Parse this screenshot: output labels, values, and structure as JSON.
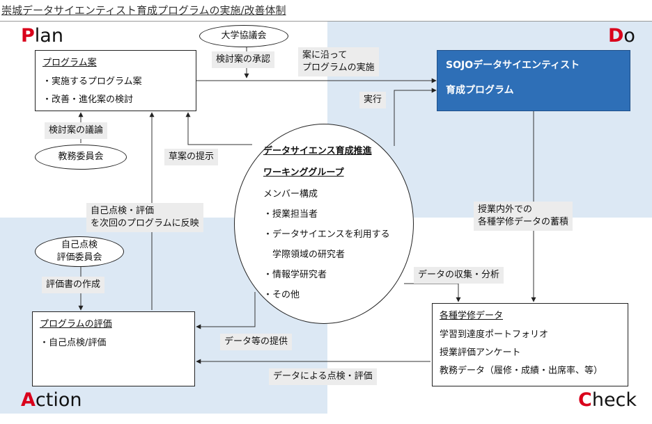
{
  "title": "崇城データサイエンティスト育成プログラムの実施/改善体制",
  "quadrants": {
    "plan": {
      "first": "P",
      "rest": "lan"
    },
    "do": {
      "first": "D",
      "rest": "o"
    },
    "action": {
      "first": "A",
      "rest": "ction"
    },
    "check": {
      "first": "C",
      "rest": "heck"
    }
  },
  "plan_box": {
    "title": "プログラム案",
    "items": [
      "・実施するプログラム案",
      "・改善・進化案の検討"
    ]
  },
  "do_box": {
    "line1": "SOJOデータサイエンティスト",
    "line2": "育成プログラム"
  },
  "action_box": {
    "title": "プログラムの評価",
    "items": [
      "・自己点検/評価"
    ]
  },
  "check_box": {
    "title": "各種学修データ",
    "items": [
      "学習到達度ポートフォリオ",
      "授業評価アンケート",
      "教務データ（履修・成績・出席率、等）"
    ]
  },
  "ovals": {
    "university_council": "大学協議会",
    "academic_committee": "教務委員会",
    "self_eval_committee_line1": "自己点検",
    "self_eval_committee_line2": "評価委員会"
  },
  "working_group": {
    "title_line1": "データサイエンス育成推進",
    "title_line2": "ワーキンググループ",
    "members_heading": "メンバー構成",
    "members": [
      "・授業担当者",
      "・データサイエンスを利用する",
      "学際領域の研究者",
      "・情報学研究者",
      "・その他"
    ]
  },
  "labels": {
    "approval": "検討案の承認",
    "implement_line1": "案に沿って",
    "implement_line2": "プログラムの実施",
    "execute": "実行",
    "discussion": "検討案の議論",
    "draft": "草案の提示",
    "reflect_line1": "自己点検・評価",
    "reflect_line2": "を次回のプログラムに反映",
    "accumulate_line1": "授業内外での",
    "accumulate_line2": "各種学修データの蓄積",
    "report": "評価書の作成",
    "collect": "データの収集・分析",
    "provide": "データ等の提供",
    "inspect": "データによる点検・評価"
  }
}
